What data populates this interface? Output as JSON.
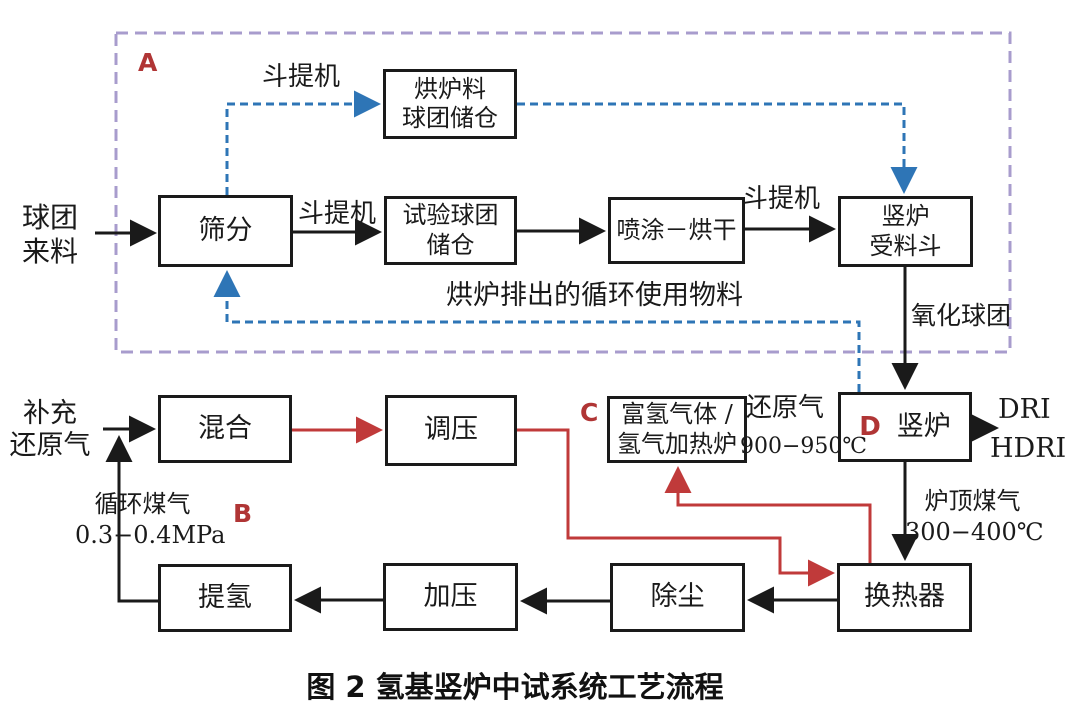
{
  "caption": "图 2  氢基竖炉中试系统工艺流程",
  "zones": {
    "a": "A",
    "b": "B",
    "c": "C",
    "d": "D"
  },
  "nodes": {
    "screening": "筛分",
    "drying_pellet_bin": "烘炉料\n球团储仓",
    "test_pellet_bin": "试验球团\n储仓",
    "spray_drying": "喷涂－烘干",
    "furnace_hopper": "竖炉\n受料斗",
    "mixing": "混合",
    "pressure_regulation": "调压",
    "h2_heater": "富氢气体 /\n氢气加热炉",
    "shaft_furnace": "竖炉",
    "h2_extraction": "提氢",
    "pressurization": "加压",
    "dedusting": "除尘",
    "heat_exchanger": "换热器"
  },
  "labels": {
    "pellet_feed": "球团\n来料",
    "makeup_reducing_gas": "补充\n还原气",
    "bucket_elevator_top": "斗提机",
    "bucket_elevator_mid": "斗提机",
    "bucket_elevator_right": "斗提机",
    "recycled_material": "烘炉排出的循环使用物料",
    "oxidized_pellet": "氧化球团",
    "reducing_gas": "还原气",
    "reducing_gas_temp": "900−950℃",
    "dri": "DRI",
    "hdri": "HDRI",
    "top_gas": "炉顶煤气\n300−400℃",
    "circulating_gas": "循环煤气\n0.3−0.4MPa"
  },
  "colors": {
    "box_border": "#1a1a1a",
    "flow_black": "#1a1a1a",
    "flow_red": "#c03a3a",
    "flow_blue_dashed": "#2e75b6",
    "zone_border_purple": "#a89ccd",
    "zone_letter_red": "#b03535"
  }
}
